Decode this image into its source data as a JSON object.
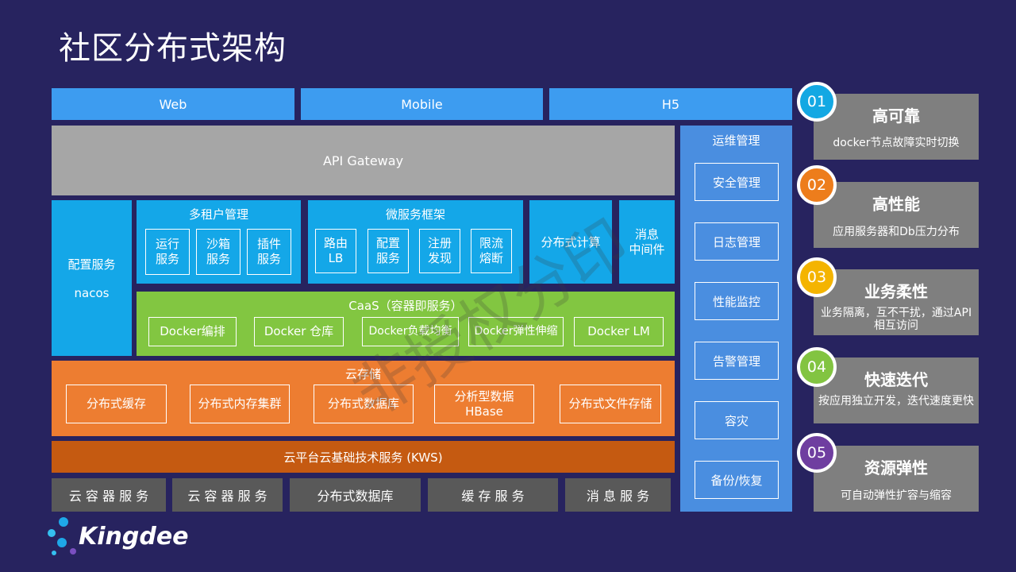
{
  "title": "社区分布式架构",
  "clients": [
    "Web",
    "Mobile",
    "H5"
  ],
  "gateway": "API Gateway",
  "config": {
    "line1": "配置服务",
    "line2": "nacos"
  },
  "tenant": {
    "title": "多租户管理",
    "items": [
      "运行\n服务",
      "沙箱\n服务",
      "插件\n服务"
    ]
  },
  "micro": {
    "title": "微服务框架",
    "items": [
      "路由\nLB",
      "配置\n服务",
      "注册\n发现",
      "限流\n熔断"
    ]
  },
  "distcompute": "分布式计算",
  "mq": "消息\n中间件",
  "caas": {
    "title": "CaaS（容器即服务）",
    "items": [
      "Docker编排",
      "Docker 仓库",
      "Docker负载均衡",
      "Docker弹性伸缩",
      "Docker LM"
    ]
  },
  "storage": {
    "title": "云存储",
    "items": [
      "分布式缓存",
      "分布式内存集群",
      "分布式数据库",
      "分析型数据\nHBase",
      "分布式文件存储"
    ]
  },
  "kws": "云平台云基础技术服务 (KWS)",
  "bottom": [
    "云 容 器 服 务",
    "云 容 器 服 务",
    "分布式数据库",
    "缓 存 服 务",
    "消 息 服 务"
  ],
  "ops": {
    "title": "运维管理",
    "items": [
      "安全管理",
      "日志管理",
      "性能监控",
      "告警管理",
      "容灾",
      "备份/恢复"
    ]
  },
  "features": [
    {
      "num": "01",
      "title": "高可靠",
      "desc": "docker节点故障实时切换",
      "color": "#13a8e3"
    },
    {
      "num": "02",
      "title": "高性能",
      "desc": "应用服务器和Db压力分布",
      "color": "#ed7d1c"
    },
    {
      "num": "03",
      "title": "业务柔性",
      "desc": "业务隔离，互不干扰，通过API相互访问",
      "color": "#f4b400"
    },
    {
      "num": "04",
      "title": "快速迭代",
      "desc": "按应用独立开发，迭代速度更快",
      "color": "#82c441"
    },
    {
      "num": "05",
      "title": "资源弹性",
      "desc": "可自动弹性扩容与缩容",
      "color": "#6f3ea0"
    }
  ],
  "watermark": "非授权分印",
  "logo": "Kingdee"
}
